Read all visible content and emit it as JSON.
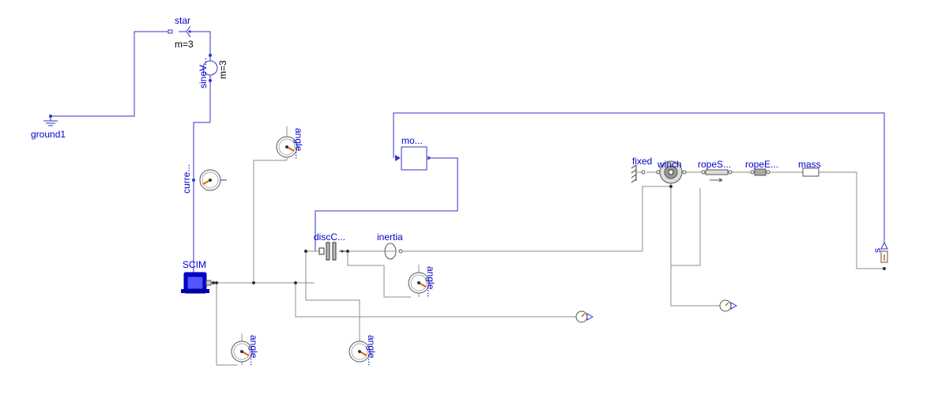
{
  "components": {
    "star": {
      "name": "star",
      "param": "m=3"
    },
    "sine_voltage": {
      "name": "sineV...",
      "param": "m=3"
    },
    "ground": {
      "name": "ground1"
    },
    "current_sensor": {
      "name": "curre..."
    },
    "angle_sensor_top": {
      "name": "angle..."
    },
    "motor_block": {
      "name": "mo..."
    },
    "scim": {
      "name": "SCIM"
    },
    "disc_clutch": {
      "name": "discC..."
    },
    "inertia": {
      "name": "inertia"
    },
    "angle_sensor_mid": {
      "name": "angle..."
    },
    "angle_sensor_left": {
      "name": "angle..."
    },
    "angle_sensor_bottom": {
      "name": "angle..."
    },
    "fixed": {
      "name": "fixed"
    },
    "winch": {
      "name": "winch"
    },
    "rope_spring": {
      "name": "ropeS..."
    },
    "rope_end": {
      "name": "ropeE..."
    },
    "mass": {
      "name": "mass"
    },
    "position_sensor": {
      "name": "s"
    }
  },
  "colors": {
    "electrical": "#3333cc",
    "mechanical": "#8c8c8c",
    "label": "#0000cc",
    "motor": "#0000dd",
    "gauge_needle": "#e06000"
  }
}
